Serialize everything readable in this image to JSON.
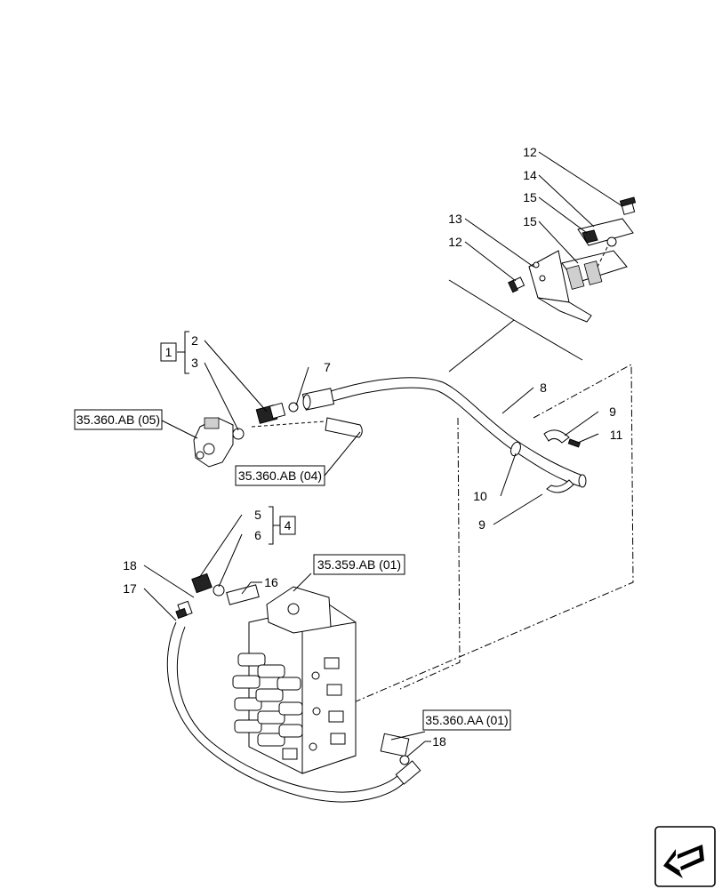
{
  "labels": {
    "l12a": "12",
    "l14": "14",
    "l15a": "15",
    "l15b": "15",
    "l13": "13",
    "l12b": "12",
    "l2": "2",
    "l3": "3",
    "l7": "7",
    "l8": "8",
    "l9a": "9",
    "l11": "11",
    "l10": "10",
    "l9b": "9",
    "l5": "5",
    "l6": "6",
    "l18a": "18",
    "l17": "17",
    "l16": "16",
    "l18b": "18"
  },
  "kits": {
    "kit1": "1",
    "kit4": "4"
  },
  "references": {
    "ref_ab05": "35.360.AB (05)",
    "ref_ab04": "35.360.AB (04)",
    "ref_359": "35.359.AB (01)",
    "ref_aa01": "35.360.AA (01)"
  },
  "icons": {
    "navigation": "arrow-left-icon"
  }
}
